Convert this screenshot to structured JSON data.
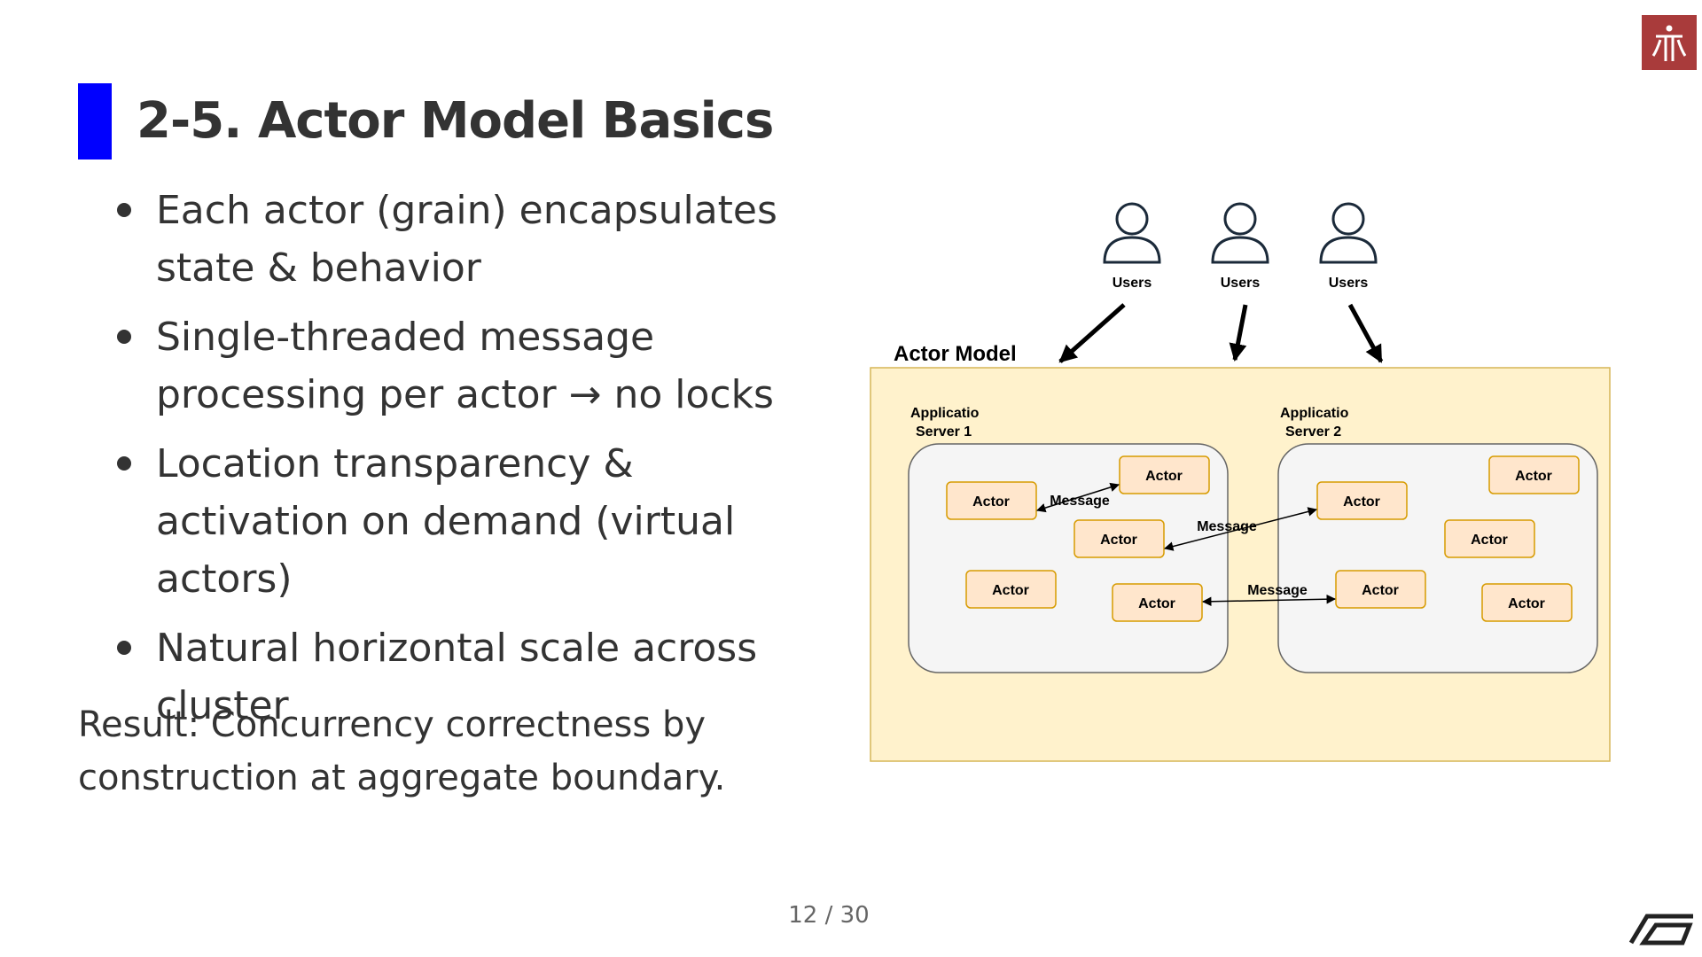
{
  "slide": {
    "title": "2-5. Actor Model Basics",
    "bullets": [
      "Each actor (grain) encapsulates state & behavior",
      "Single-threaded message processing per actor → no locks",
      "Location transparency & activation on demand (virtual actors)",
      "Natural horizontal scale across cluster"
    ],
    "result": "Result: Concurrency correctness by construction at aggregate boundary.",
    "page_number": "12 / 30",
    "accent_color": "#0000ff"
  },
  "diagram": {
    "users": [
      "Users",
      "Users",
      "Users"
    ],
    "container_label": "Actor Model",
    "server1_label_line1": "Applicatio",
    "server1_label_line2": "Server 1",
    "server2_label_line1": "Applicatio",
    "server2_label_line2": "Server 2",
    "actor_label": "Actor",
    "message_labels": [
      "Message",
      "Message",
      "Message"
    ],
    "icons": [
      "user-icon",
      "logo-icon"
    ]
  }
}
